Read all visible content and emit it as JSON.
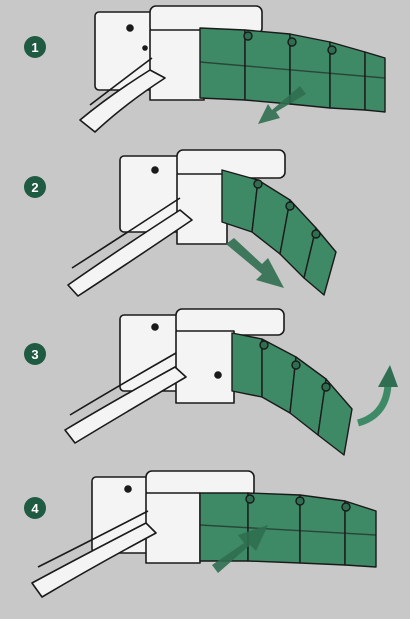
{
  "steps": [
    {
      "number": "1",
      "arrow": "down-left"
    },
    {
      "number": "2",
      "arrow": "down-right"
    },
    {
      "number": "3",
      "arrow": "curved-up"
    },
    {
      "number": "4",
      "arrow": "up-right"
    }
  ],
  "colors": {
    "background": "#c8c8c8",
    "badge": "#1f5a42",
    "bracelet": "#3f8a66",
    "bracelet_dark": "#2f6e50",
    "outline": "#1a1a1a",
    "clasp": "#f4f4f4"
  }
}
